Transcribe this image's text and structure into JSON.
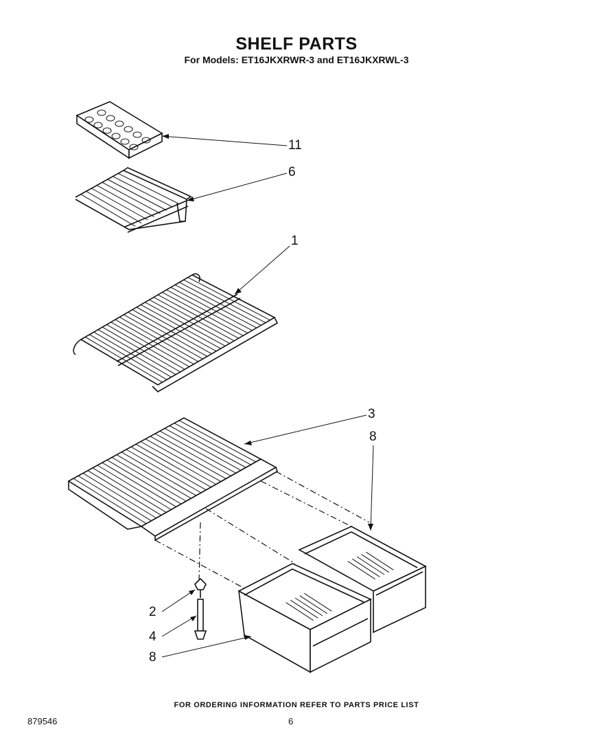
{
  "header": {
    "title": "SHELF PARTS",
    "subtitle": "For Models: ET16JKXRWR-3 and ET16JKXRWL-3"
  },
  "callouts": {
    "c11": "11",
    "c6": "6",
    "c1": "1",
    "c3": "3",
    "c8_top": "8",
    "c2": "2",
    "c4": "4",
    "c8_bottom": "8"
  },
  "parts": {
    "ice_tray": "ice-tray",
    "small_wire_shelf": "small-wire-shelf",
    "wire_shelf": "wire-shelf",
    "crisper_cover_shelf": "crisper-cover-shelf",
    "crisper_drawers": "crisper-drawers",
    "support_post": "support-post"
  },
  "footer": {
    "note": "FOR ORDERING INFORMATION REFER TO PARTS PRICE LIST",
    "doc_number": "879546",
    "page_number": "6"
  }
}
